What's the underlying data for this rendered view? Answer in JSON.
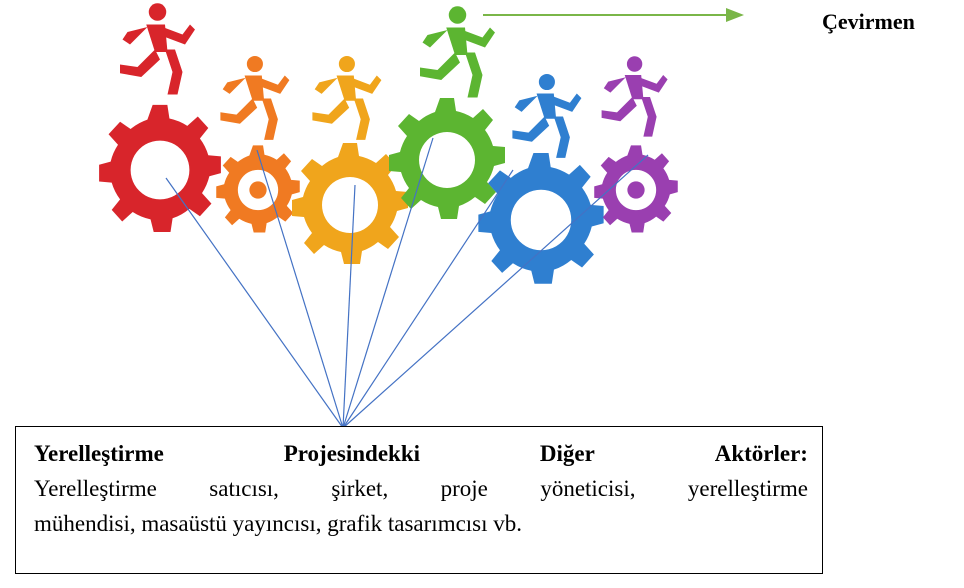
{
  "translator": {
    "label": "Çevirmen"
  },
  "actors_box": {
    "title_words": [
      "Yerelleştirme",
      "Projesindekki",
      "Diğer",
      "Aktörler:"
    ],
    "lines": [
      "Yerelleştirme satıcısı, şirket, proje yöneticisi, yerelleştirme",
      "mühendisi, masaüstü yayıncısı, grafik tasarımcısı vb."
    ]
  },
  "colors": {
    "red": "#d8252b",
    "orange": "#f07a22",
    "yellow": "#f0a51c",
    "green": "#5cb531",
    "blue": "#2f7fd0",
    "purple": "#9a3fb0",
    "arrow": "#7ab648",
    "connector": "#4472c4"
  },
  "icons": [
    "gear-icon",
    "runner-icon",
    "arrow-icon"
  ]
}
